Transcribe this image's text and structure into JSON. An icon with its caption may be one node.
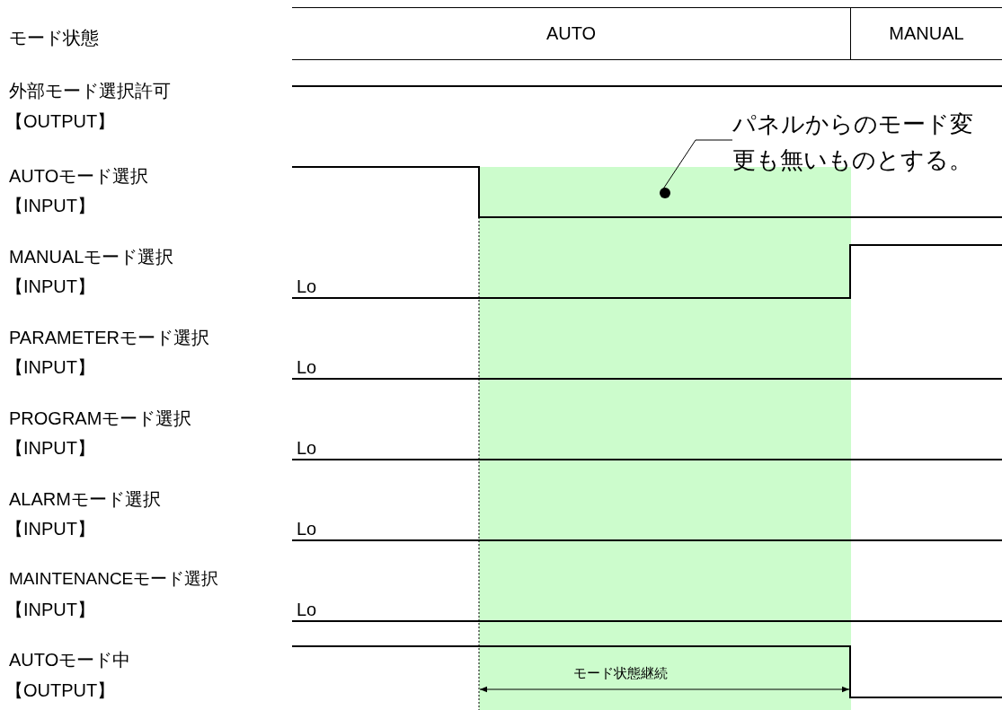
{
  "diagram": {
    "nodes": [
      {
        "text": [
          "AUTO"
        ]
      },
      {
        "text": [
          "MANUAL"
        ]
      },
      {
        "text": [
          "パネルからのモード変更も無いものとする。"
        ]
      },
      {
        "text": [],
        "shape": "circle"
      }
    ],
    "edges": [
      {
        "from": 2,
        "to": 3,
        "arrow": "none"
      }
    ],
    "labels": [
      "モード状態",
      "外部モード選択許可",
      "【OUTPUT】",
      "AUTOモード選択",
      "【INPUT】",
      "MANUALモード選択",
      "【INPUT】",
      "Lo",
      "PARAMETERモード選択",
      "【INPUT】",
      "Lo",
      "PROGRAMモード選択",
      "【INPUT】",
      "Lo",
      "ALARMモード選択",
      "【INPUT】",
      "Lo",
      "MAINTENANCEモード選択",
      "【INPUT】",
      "Lo",
      "AUTOモード中",
      "【OUTPUT】",
      "モード状態継続"
    ]
  }
}
